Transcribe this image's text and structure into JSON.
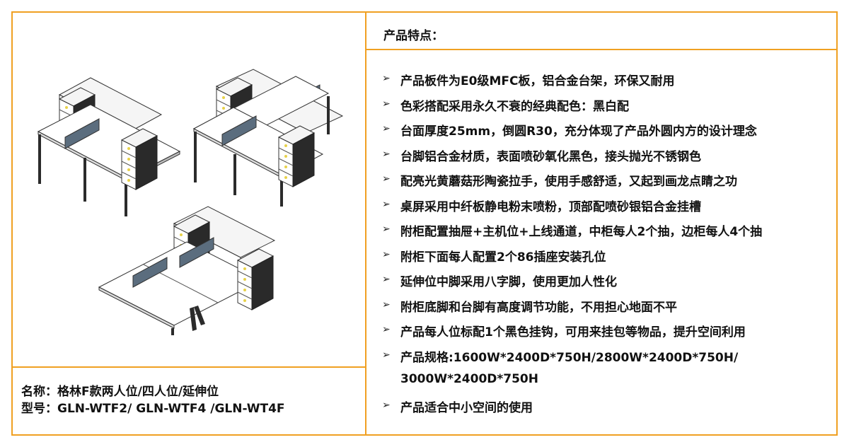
{
  "product": {
    "name_label": "名称：",
    "name_value": "格林F款两人位/四人位/延伸位",
    "model_label": "型号：",
    "model_value": "GLN-WTF2/ GLN-WTF4 /GLN-WT4F"
  },
  "features": {
    "title": "产品特点：",
    "bullet_icon": "arrow-bullet-icon",
    "items": [
      "产品板件为E0级MFC板，铝合金台架，环保又耐用",
      "色彩搭配采用永久不衰的经典配色：黑白配",
      "台面厚度25mm，倒圆R30，充分体现了产品外圆内方的设计理念",
      "台脚铝合金材质，表面喷砂氧化黑色，接头抛光不锈钢色",
      "配亮光黄蘑菇形陶瓷拉手，使用手感舒适，又起到画龙点睛之功",
      "桌屏采用中纤板静电粉末喷粉，顶部配喷砂银铝合金挂槽",
      "附柜配置抽屉+主机位+上线通道，中柜每人2个抽，边柜每人4个抽",
      "附柜下面每人配置2个86插座安装孔位",
      "延伸位中脚采用八字脚，使用更加人性化",
      "附柜底脚和台脚有高度调节功能，不用担心地面不平",
      "产品每人位标配1个黑色挂钩，可用来挂包等物品，提升空间利用",
      "产品规格:1600W*2400D*750H/2800W*2400D*750H/",
      "产品适合中小空间的使用"
    ],
    "continuation": "3000W*2400D*750H"
  },
  "colors": {
    "border": "#f0a022",
    "screen": "#5b6d7e",
    "handle": "#e8d24a",
    "leg": "#2b2b2b"
  }
}
